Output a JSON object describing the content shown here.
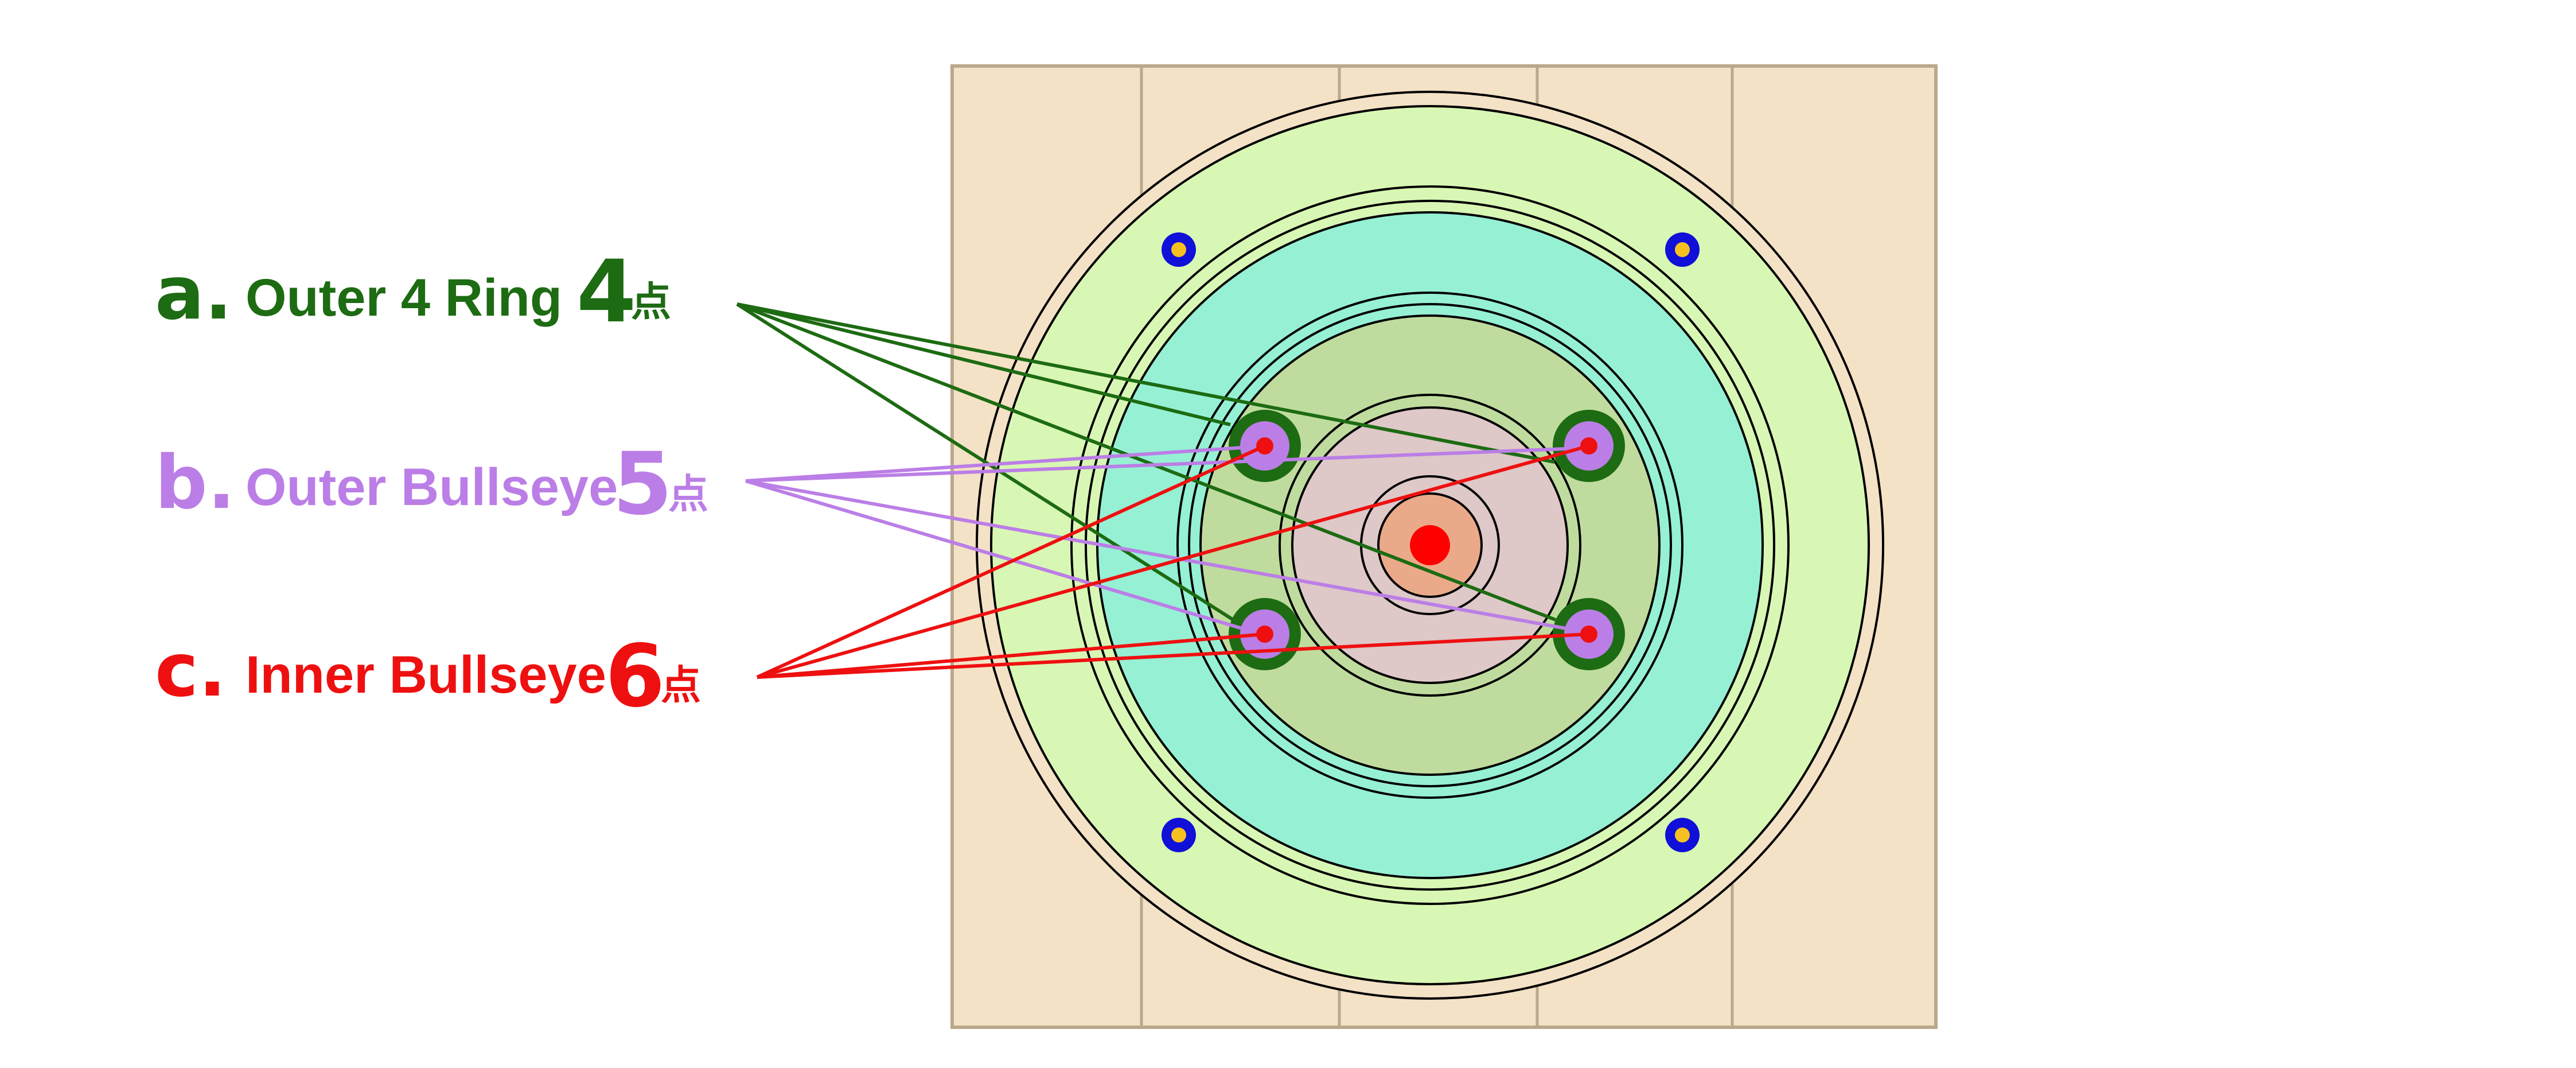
{
  "colors": {
    "green": "#1d6b12",
    "purple": "#bb7ee6",
    "red": "#ee1010",
    "wood": "#f4e2c6",
    "wood_line": "#b9a88c",
    "outer_ring": "#d8f7b4",
    "teal_ring": "#96f0d4",
    "olive_ring": "#bfdc9e",
    "mauve_ring": "#dec8c8",
    "salmon_center": "#eaaa8a",
    "center_dot": "#ff0000",
    "mount_blue": "#1010d8",
    "mount_yellow": "#f6c020"
  },
  "labels": {
    "a": {
      "letter": "a.",
      "name": "Outer 4 Ring",
      "points": "4",
      "unit": "点"
    },
    "b": {
      "letter": "b.",
      "name": "Outer Bullseye",
      "points": "5",
      "unit": "点"
    },
    "c": {
      "letter": "c.",
      "name": "Inner Bullseye",
      "points": "6",
      "unit": "点"
    }
  }
}
